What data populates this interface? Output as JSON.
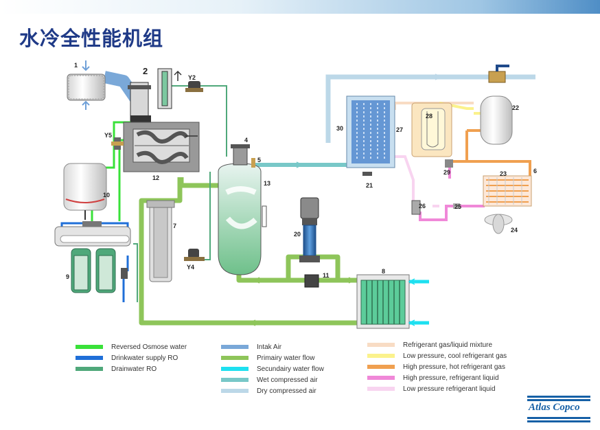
{
  "title": "水冷全性能机组",
  "labels": {
    "c1": "1",
    "c2": "2",
    "y2": "Y2",
    "y5": "Y5",
    "c10": "10",
    "c12": "12",
    "c4": "4",
    "c5": "5",
    "c13": "13",
    "c7": "7",
    "y4": "Y4",
    "c9": "9",
    "c20": "20",
    "c11": "11",
    "c8": "8",
    "c30": "30",
    "c27": "27",
    "c21": "21",
    "c28": "28",
    "c22": "22",
    "c29": "29",
    "c6": "6",
    "c23": "23",
    "c26": "26",
    "c25": "25",
    "c24": "24"
  },
  "legend": {
    "col1": [
      {
        "label": "Reversed Osmose water",
        "color": "#39e139"
      },
      {
        "label": "Drinkwater supply RO",
        "color": "#1f6fd8"
      },
      {
        "label": "Drainwater RO",
        "color": "#4fa87a"
      }
    ],
    "col2": [
      {
        "label": "Intak Air",
        "color": "#7aa8d8"
      },
      {
        "label": "Primairy water flow",
        "color": "#8ec55a"
      },
      {
        "label": "Secundairy water flow",
        "color": "#1ee0f0"
      },
      {
        "label": "Wet compressed air",
        "color": "#78c8c8"
      },
      {
        "label": "Dry compressed air",
        "color": "#bcd8e8"
      }
    ],
    "col3": [
      {
        "label": "Refrigerant gas/liquid mixture",
        "color": "#f8dcc4"
      },
      {
        "label": "Low pressure, cool refrigerant gas",
        "color": "#fbf28c"
      },
      {
        "label": "High pressure, hot refrigerant gas",
        "color": "#f0a050"
      },
      {
        "label": "High pressure, refrigerant liquid",
        "color": "#f088d8"
      },
      {
        "label": "Low pressure refrigerant liquid",
        "color": "#f8d4f0"
      }
    ]
  },
  "logo": {
    "name": "Atlas Copco"
  }
}
